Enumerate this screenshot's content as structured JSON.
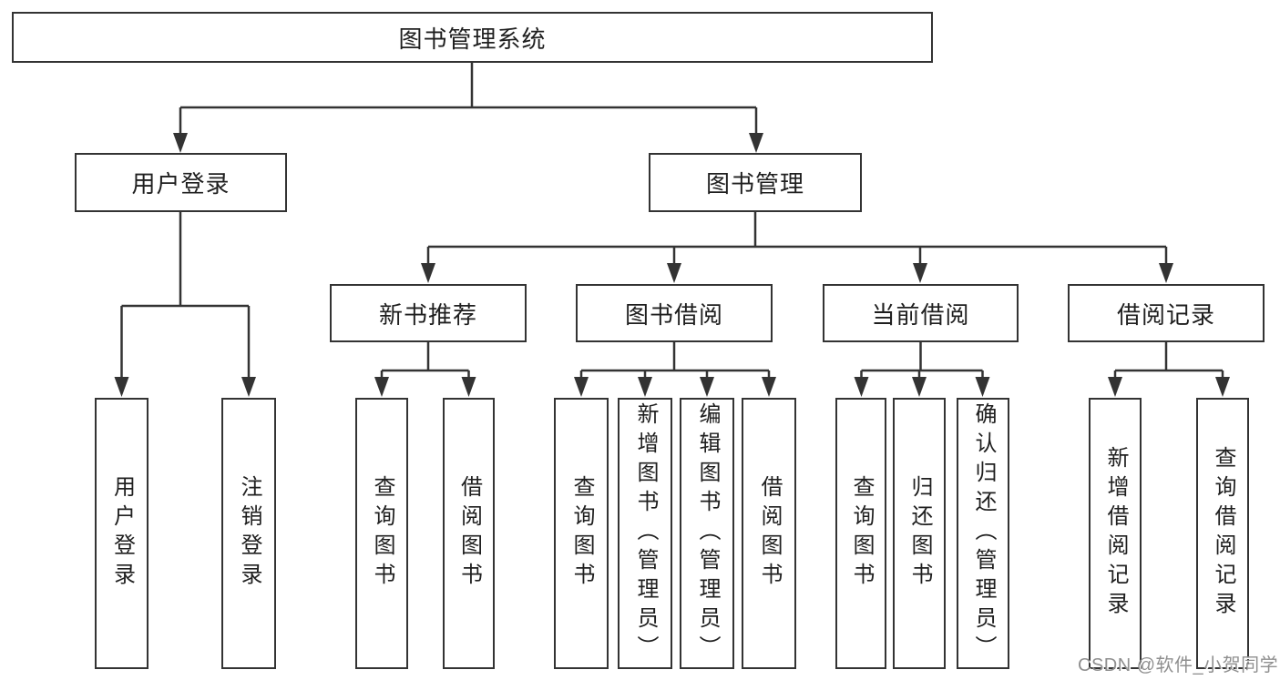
{
  "title": "图书管理系统",
  "level2": {
    "user": "用户登录",
    "book": "图书管理"
  },
  "level3": {
    "recommend": "新书推荐",
    "borrow": "图书借阅",
    "current": "当前借阅",
    "records": "借阅记录"
  },
  "leaves": {
    "user": [
      "用户登录",
      "注销登录"
    ],
    "recommend": [
      "查询图书",
      "借阅图书"
    ],
    "borrow": [
      "查询图书",
      "新增图书（管理员）",
      "编辑图书（管理员）",
      "借阅图书"
    ],
    "current": [
      "查询图书",
      "归还图书",
      "确认归还（管理员）"
    ],
    "records": [
      "新增借阅记录",
      "查询借阅记录"
    ]
  },
  "watermark": "CSDN @软件_小贺同学",
  "colors": {
    "line": "#333333",
    "box_border": "#333333",
    "text": "#1f1f1f",
    "background": "#ffffff",
    "watermark": "#8f8f8f"
  }
}
